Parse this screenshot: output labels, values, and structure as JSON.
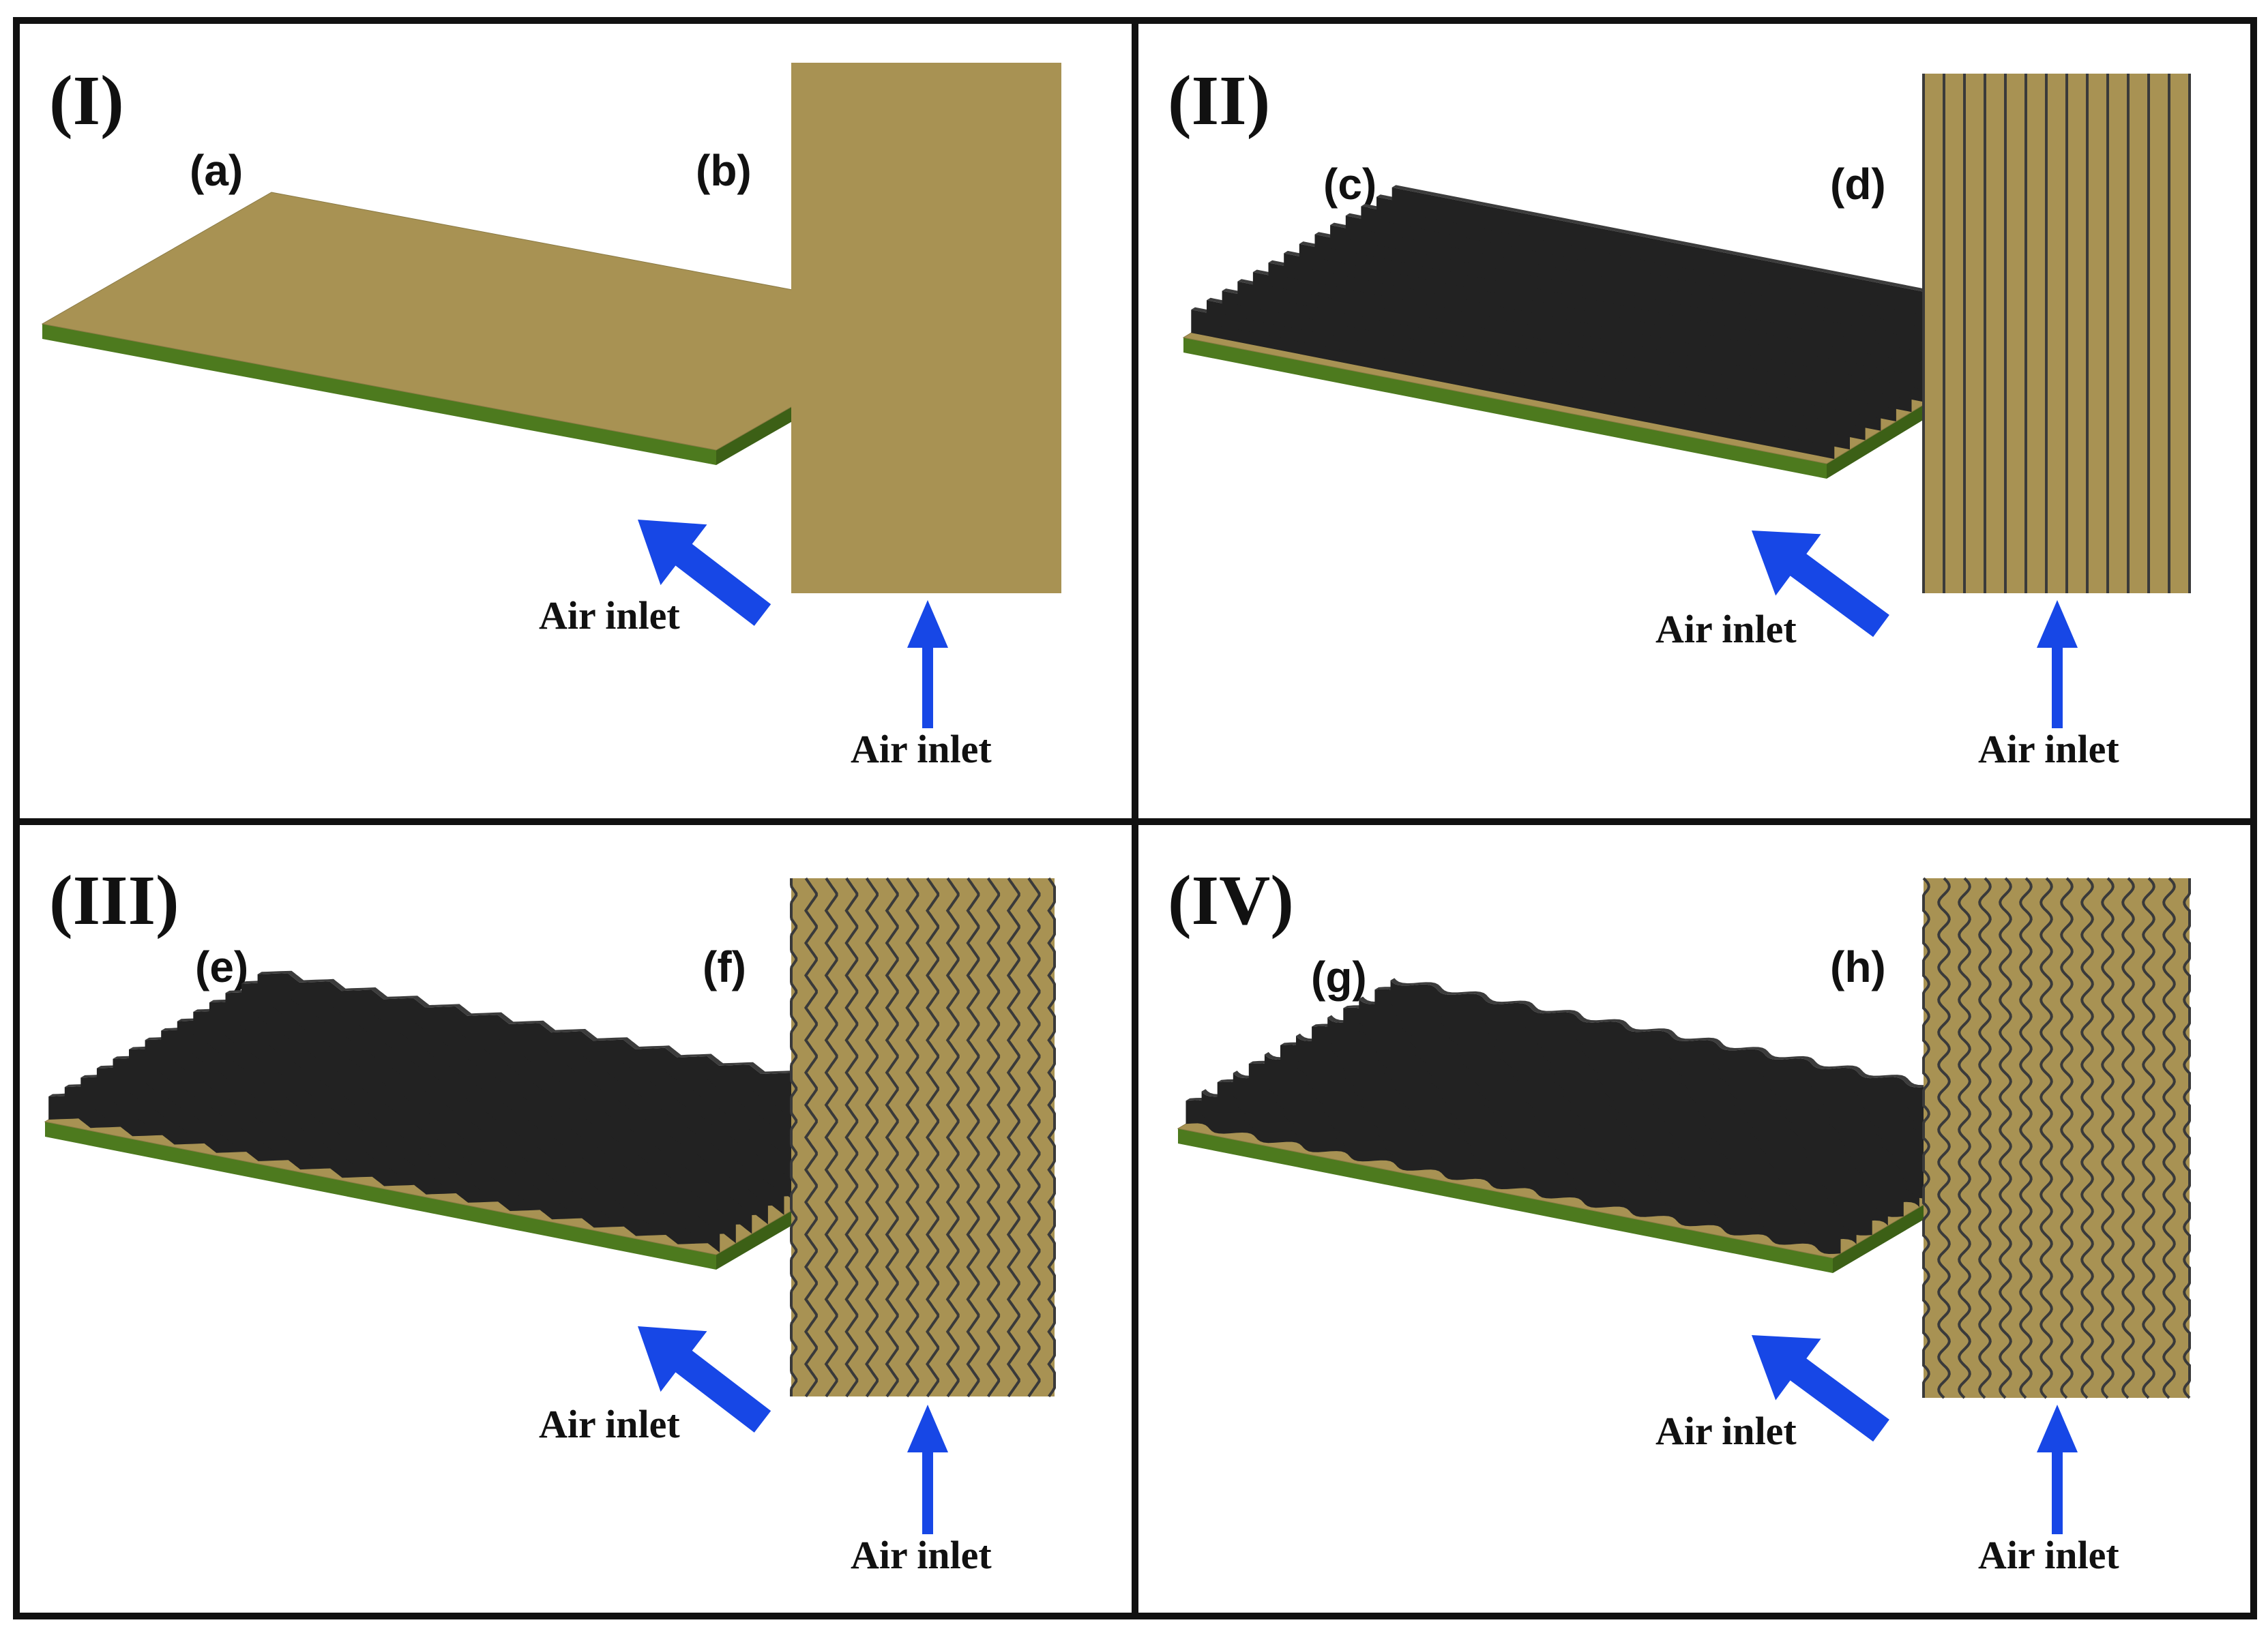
{
  "colors": {
    "plate_top": "#A89253",
    "plate_side": "#4D7A1E",
    "plate_side_dark": "#3C6016",
    "fin_top": "#3C3C3C",
    "fin_side": "#222222",
    "line": "#3A3A3A",
    "arrow": "#1747E6",
    "frame": "#111111"
  },
  "panels": [
    {
      "roman": "(I)",
      "iso_label": "(a)",
      "top_label": "(b)",
      "fin_type": "none",
      "iso_inlet": "Air inlet",
      "top_inlet": "Air inlet"
    },
    {
      "roman": "(II)",
      "iso_label": "(c)",
      "top_label": "(d)",
      "fin_type": "straight",
      "iso_inlet": "Air inlet",
      "top_inlet": "Air inlet"
    },
    {
      "roman": "(III)",
      "iso_label": "(e)",
      "top_label": "(f)",
      "fin_type": "zigzag",
      "iso_inlet": "Air inlet",
      "top_inlet": "Air inlet"
    },
    {
      "roman": "(IV)",
      "iso_label": "(g)",
      "top_label": "(h)",
      "fin_type": "wavy",
      "iso_inlet": "Air inlet",
      "top_inlet": "Air inlet"
    }
  ]
}
